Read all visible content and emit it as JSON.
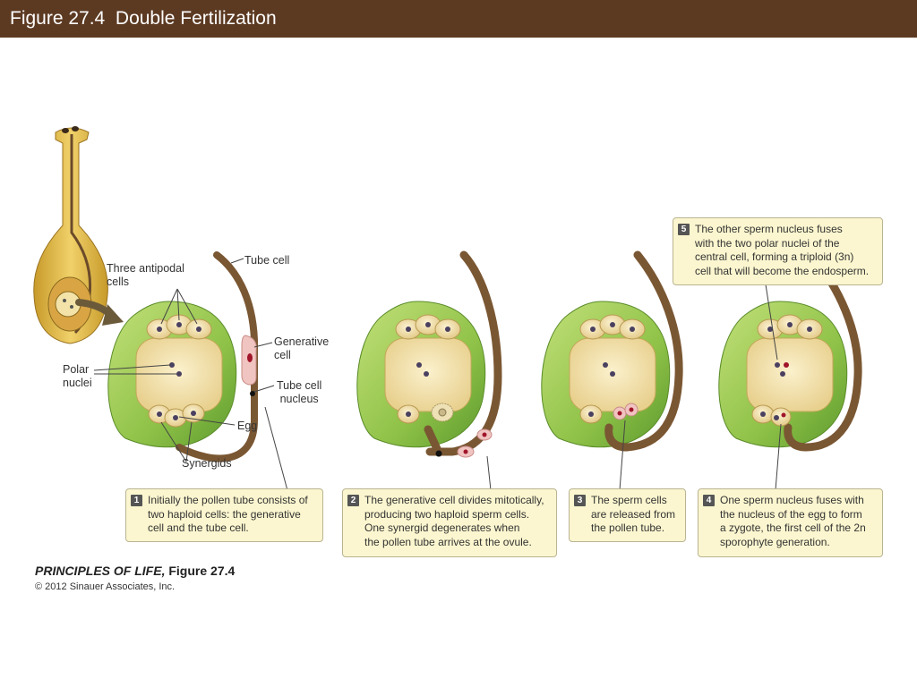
{
  "title": "Figure 27.4  Double Fertilization",
  "labels": {
    "antipodal": [
      "Three antipodal",
      "cells"
    ],
    "polar": [
      "Polar",
      "nuclei"
    ],
    "egg": "Egg",
    "synergids": "Synergids",
    "tube_cell": "Tube cell",
    "generative": [
      "Generative",
      "cell"
    ],
    "tube_nucleus": [
      "Tube cell",
      "nucleus"
    ]
  },
  "steps": [
    {
      "num": "1",
      "lines": [
        "Initially the pollen tube consists of",
        "two haploid cells: the generative",
        "cell and the tube cell."
      ]
    },
    {
      "num": "2",
      "lines": [
        "The generative cell divides mitotically,",
        "producing two haploid sperm cells.",
        "One synergid degenerates when",
        "the pollen tube arrives at the ovule."
      ]
    },
    {
      "num": "3",
      "lines": [
        "The sperm cells",
        "are released from",
        "the pollen tube."
      ]
    },
    {
      "num": "4",
      "lines": [
        "One sperm nucleus fuses with",
        "the nucleus of the egg to form",
        "a zygote, the first cell of the 2n",
        "sporophyte generation."
      ]
    },
    {
      "num": "5",
      "lines": [
        "The other sperm nucleus fuses",
        "with the two polar nuclei of the",
        "central cell, forming a triploid (3n)",
        "cell that will become the endosperm."
      ]
    }
  ],
  "credit": {
    "book": "PRINCIPLES OF LIFE,",
    "figure": " Figure 27.4",
    "copyright": "© 2012 Sinauer Associates, Inc."
  }
}
